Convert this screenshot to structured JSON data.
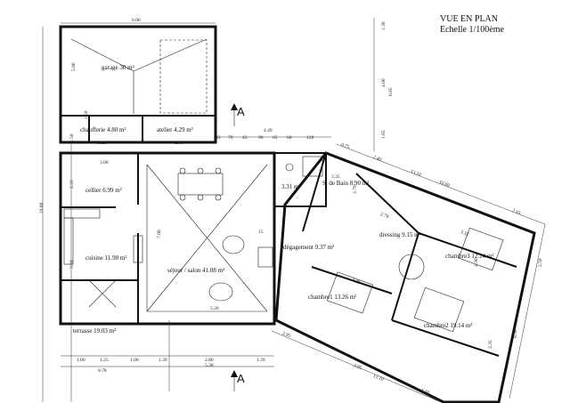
{
  "header": {
    "title": "VUE EN PLAN",
    "scale": "Echelle 1/100ème"
  },
  "rooms": [
    {
      "label": "garage 30 m²"
    },
    {
      "label": "chaufferie 4.80 m²"
    },
    {
      "label": "atelier 4.29 m²"
    },
    {
      "label": "cellier 6.99 m²"
    },
    {
      "label": "cuisine 11.90 m²"
    },
    {
      "label": "terrasse 19.03 m²"
    },
    {
      "label": "séjour / salon 41.08 m²"
    },
    {
      "label": "dégagement 9.37 m²"
    },
    {
      "label": "S. de Bain 8.90 m²"
    },
    {
      "label": "3.31 m²"
    },
    {
      "label": "dressing 9.15 m²"
    },
    {
      "label": "chambre3 12.14 m²"
    },
    {
      "label": "chambre1 13.26 m²"
    },
    {
      "label": "chambre2 19.14 m²"
    }
  ],
  "section_marks": [
    "A",
    "A"
  ],
  "dimensions": {
    "top_width": "6.00",
    "garage_height": "5.86",
    "chauff_dims": [
      "1.50",
      "1.50"
    ],
    "bottom_garage": [
      "3.20",
      "2.60"
    ],
    "total_449": "4.49",
    "row_43": [
      "43",
      "70",
      "43",
      "90",
      "65",
      "60",
      "128"
    ],
    "left_total": "19.00",
    "cellier_w": "3.00",
    "cellier_h": "2.33",
    "cuisine_h": "3.59",
    "sejour_h": "7.00",
    "sejour_w": "5.20",
    "sejour_15": "15",
    "bottom_row": [
      "1.00",
      "1.25",
      "1.00",
      "1.39",
      "2.80",
      "1.39"
    ],
    "bottom_total": "8.78",
    "bottom_538": "5.38",
    "right_vert": [
      "1.30",
      "4.00",
      "6.85",
      "1.65"
    ],
    "bath": [
      "3.35",
      "3.79"
    ],
    "diag_top": [
      "0.75",
      "2.40",
      "13.10",
      "10.00",
      "2.10"
    ],
    "diag_mid": [
      "2.79",
      "3.32",
      "2.29"
    ],
    "diag_right": [
      "2.50",
      "8.50"
    ],
    "diag_bottom": [
      "2.95",
      "2.95",
      "13.10",
      "1.10"
    ],
    "diag_small": [
      "4.30",
      "2.35"
    ]
  }
}
